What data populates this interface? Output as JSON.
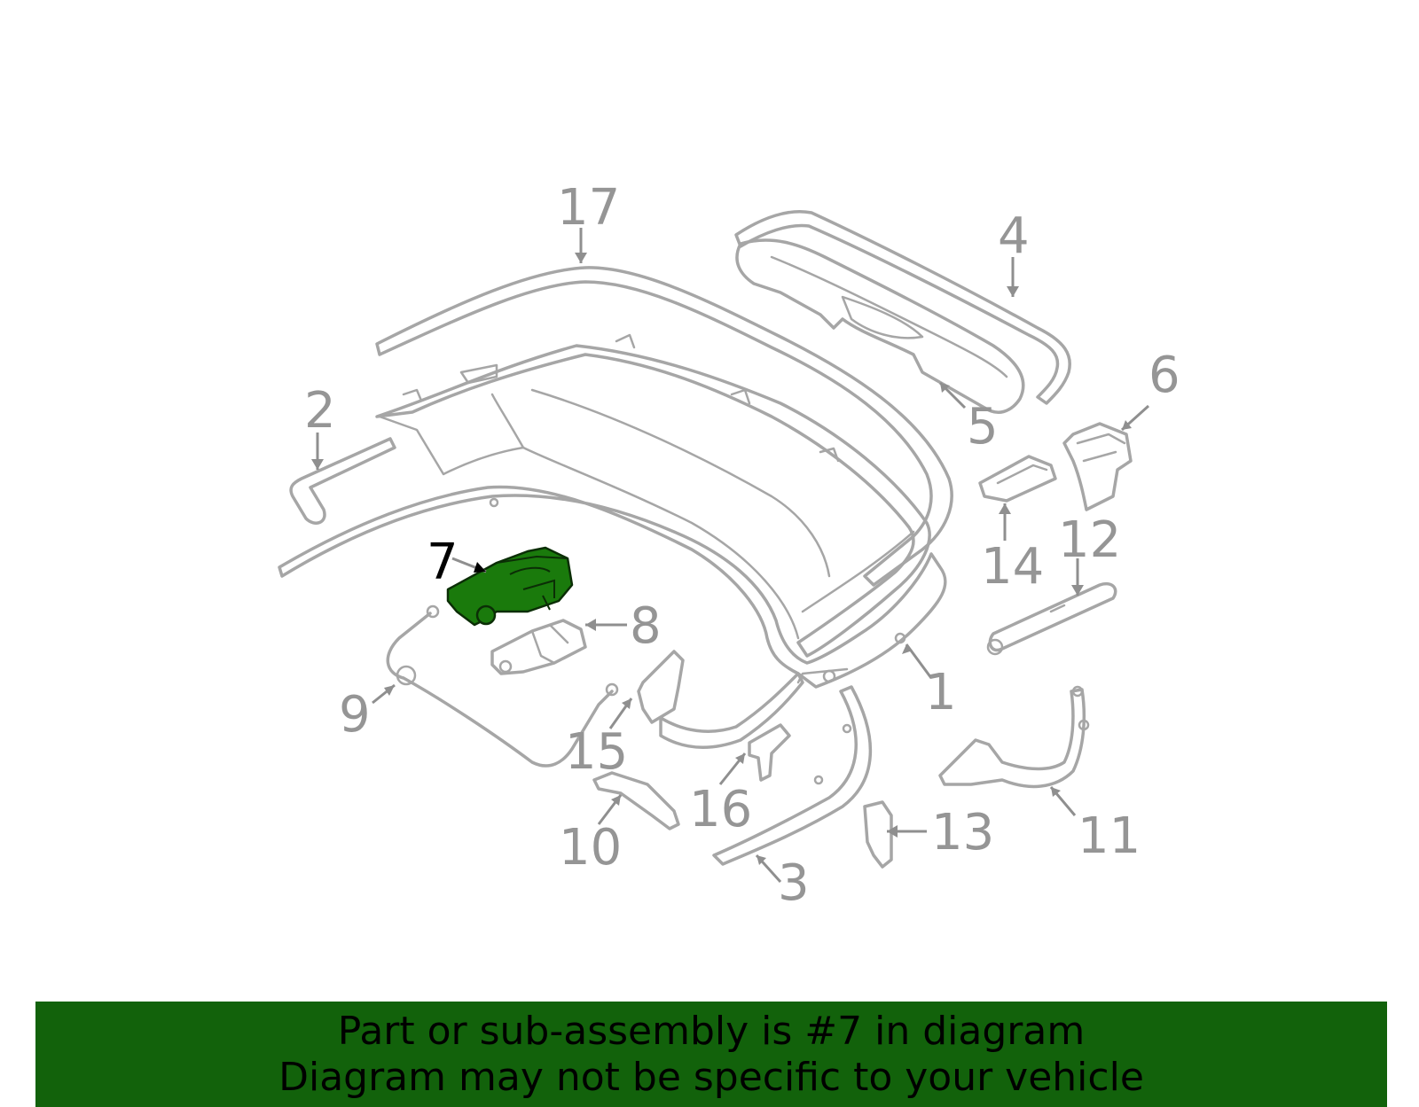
{
  "callouts": [
    "1",
    "2",
    "3",
    "4",
    "5",
    "6",
    "7",
    "8",
    "9",
    "10",
    "11",
    "12",
    "13",
    "14",
    "15",
    "16",
    "17"
  ],
  "highlighted_callout": "7",
  "colors": {
    "banner_bg": "#12620b",
    "highlight_fill": "#1a7a0c",
    "part_stroke": "#a6a6a6",
    "callout_text": "#959595"
  },
  "banner": {
    "line1": "Part or sub-assembly is #7 in diagram",
    "line2": "Diagram may not be specific to your vehicle"
  }
}
